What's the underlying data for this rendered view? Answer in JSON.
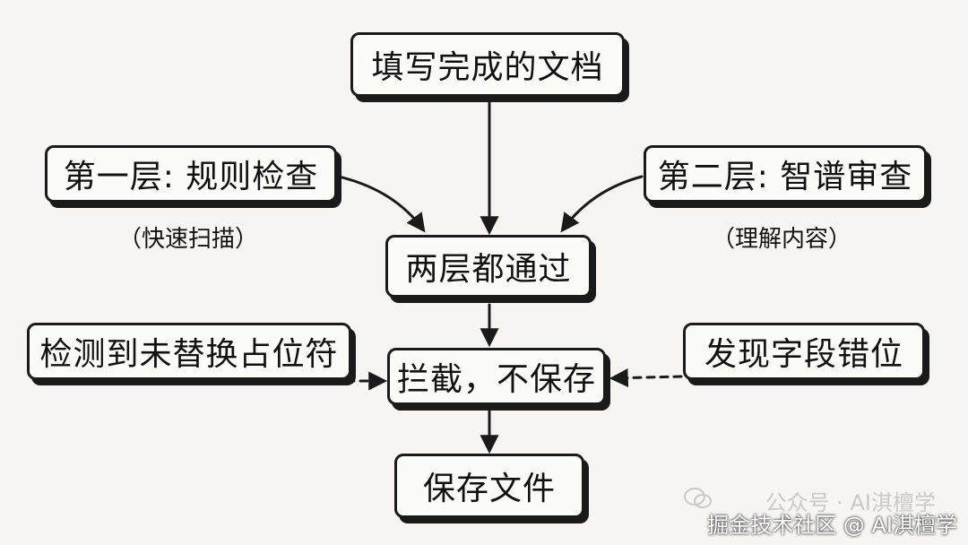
{
  "nodes": {
    "doc": "填写完成的文档",
    "layer1": "第一层: 规则检查",
    "layer2": "第二层: 智谱审查",
    "both": "两层都通过",
    "block": "拦截，不保存",
    "save": "保存文件",
    "placeholder": "检测到未替换占位符",
    "misalign": "发现字段错位"
  },
  "notes": {
    "layer1": "（快速扫描）",
    "layer2": "（理解内容）"
  },
  "watermark": {
    "top": "公众号 · AI淇檀学",
    "bottom": "掘金技术社区 @ AI淇檀学"
  },
  "colors": {
    "ink": "#1a1a1a",
    "paper": "#f6f5f1"
  }
}
